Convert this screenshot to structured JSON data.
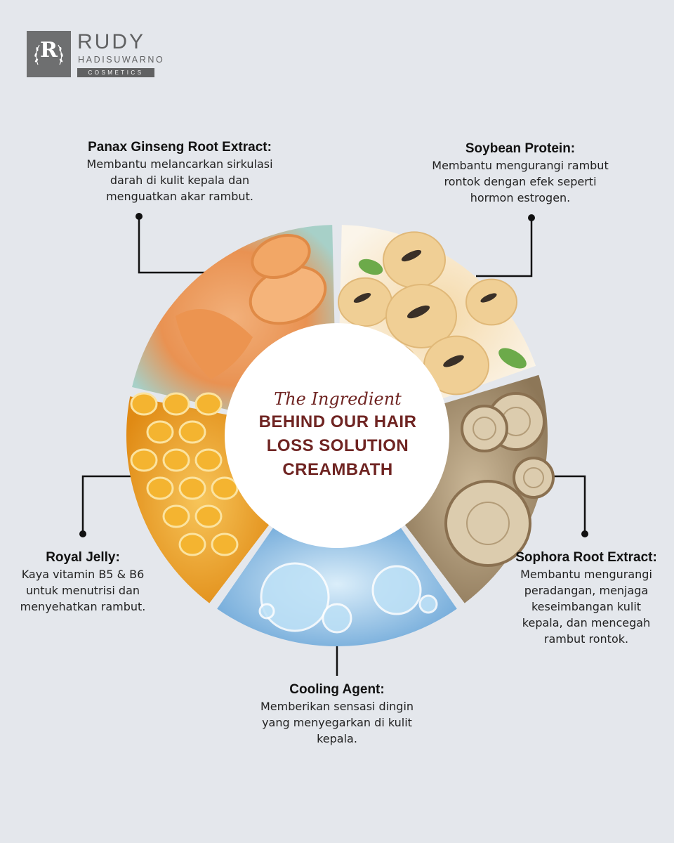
{
  "brand": {
    "letter": "R",
    "name": "RUDY",
    "sub": "HADISUWARNO",
    "tag": "COSMETICS"
  },
  "center": {
    "script": "The Ingredient",
    "line1": "BEHIND OUR HAIR",
    "line2": "LOSS SOLUTION",
    "line3": "CREAMBATH"
  },
  "ingredients": {
    "ginseng": {
      "title": "Panax Ginseng Root Extract:",
      "desc": "Membantu melancarkan sirkulasi darah di kulit kepala dan menguatkan akar rambut."
    },
    "soybean": {
      "title": "Soybean Protein:",
      "desc": "Membantu mengurangi rambut rontok dengan efek seperti hormon estrogen."
    },
    "sophora": {
      "title": "Sophora Root Extract:",
      "desc": "Membantu mengurangi peradangan, menjaga keseimbangan kulit kepala, dan mencegah rambut rontok."
    },
    "cooling": {
      "title": "Cooling Agent:",
      "desc": "Memberikan sensasi dingin yang menyegarkan di kulit kepala."
    },
    "jelly": {
      "title": "Royal Jelly:",
      "desc": "Kaya vitamin B5 & B6 untuk menutrisi dan menyehatkan rambut."
    }
  },
  "colors": {
    "background": "#e4e7ec",
    "accent": "#6f2422",
    "logo": "#6e6f70"
  }
}
